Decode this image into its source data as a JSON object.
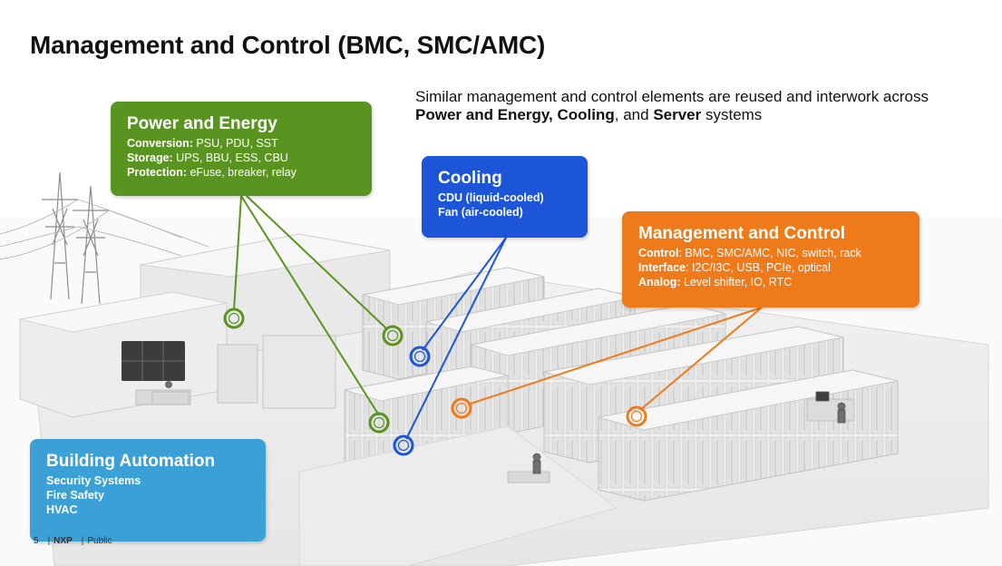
{
  "title": "Management and Control (BMC, SMC/AMC)",
  "intro": {
    "text_1": "Similar management and control elements are reused and interwork across ",
    "bold_1": "Power and Energy, Cooling",
    "text_2": ", and ",
    "bold_2": "Server",
    "text_3": " systems"
  },
  "power": {
    "heading": "Power and Energy",
    "lines": [
      {
        "label": "Conversion:",
        "value": " PSU, PDU, SST"
      },
      {
        "label": "Storage:",
        "value": " UPS, BBU, ESS, CBU"
      },
      {
        "label": "Protection:",
        "value": " eFuse, breaker, relay"
      }
    ]
  },
  "cooling": {
    "heading": "Cooling",
    "lines": [
      "CDU (liquid-cooled)",
      "Fan (air-cooled)"
    ]
  },
  "management": {
    "heading": "Management and Control",
    "lines": [
      {
        "label": "Control",
        "value": ": BMC, SMC/AMC, NIC, switch, rack"
      },
      {
        "label": "Interface",
        "value": ": I2C/I3C, USB, PCIe, optical"
      },
      {
        "label": "Analog:",
        "value": " Level shifter, IO, RTC"
      }
    ]
  },
  "building": {
    "heading": "Building Automation",
    "lines": [
      "Security Systems",
      "Fire Safety",
      "HVAC"
    ]
  },
  "footer": {
    "page": "5",
    "brand": "NXP",
    "classification": "Public"
  },
  "colors": {
    "power_green": "#5a9420",
    "cooling_blue": "#1c55d8",
    "management_orange": "#ef7a1a",
    "building_blue": "#3aa0d6"
  }
}
